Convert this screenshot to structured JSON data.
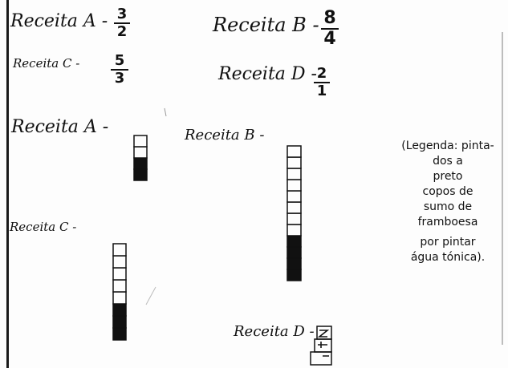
{
  "recipes": {
    "a": {
      "label": "Receita A -",
      "numerator": "3",
      "denominator": "2",
      "cups_total": 4,
      "cups_raspberry": 2
    },
    "b": {
      "label": "Receita B -",
      "numerator": "8",
      "denominator": "4",
      "cups_total": 12,
      "cups_raspberry": 4
    },
    "c": {
      "label": "Receita C -",
      "numerator": "5",
      "denominator": "3",
      "cups_total": 8,
      "cups_raspberry": 3
    },
    "d": {
      "label": "Receita D -",
      "numerator": "2",
      "denominator": "1"
    }
  },
  "section_labels": {
    "a": "Receita A -",
    "b": "Receita B -",
    "c": "Receita C -",
    "d": "Receita D -"
  },
  "legend": {
    "lines": [
      "(Legenda: pinta-",
      "dos a",
      "preto",
      "copos de",
      "sumo de",
      "framboesa",
      "por pintar",
      "água tónica)."
    ]
  },
  "colors": {
    "ink": "#111111",
    "paper": "#fdfdfd"
  }
}
